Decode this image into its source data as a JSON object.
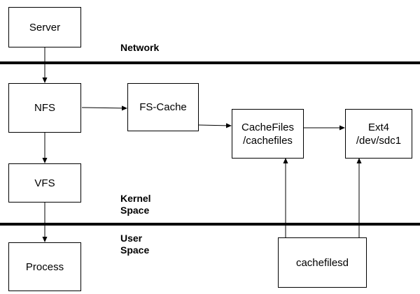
{
  "zones": {
    "network": "Network",
    "kernel": "Kernel\nSpace",
    "user": "User\nSpace"
  },
  "nodes": {
    "server": "Server",
    "nfs": "NFS",
    "fscache": "FS-Cache",
    "cachefiles": "CacheFiles\n/cachefiles",
    "ext4": "Ext4\n/dev/sdc1",
    "vfs": "VFS",
    "process": "Process",
    "cachefilesd": "cachefilesd"
  }
}
